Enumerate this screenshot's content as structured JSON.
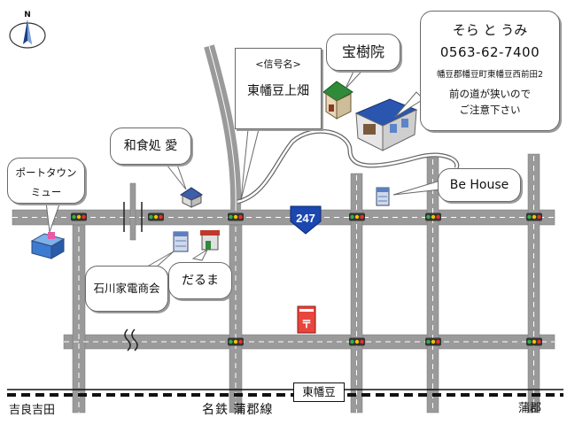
{
  "compass": {
    "label": "N",
    "icon": "compass-icon"
  },
  "shop": {
    "name": "そら と うみ",
    "phone": "0563-62-7400",
    "address": "幡豆郡幡豆町東幡豆西前田2",
    "note_line1": "前の道が狭いので",
    "note_line2": "ご注意下さい"
  },
  "signal_box": {
    "caption": "<信号名>",
    "name": "東幡豆上畑"
  },
  "temple": "宝樹院",
  "washoku": "和食処 愛",
  "port_town": {
    "line1": "ポートタウン",
    "line2": "ミュー"
  },
  "be_house": "Be House",
  "ishikawa": "石川家電商会",
  "daruma": "だるま",
  "route": "247",
  "station": "東幡豆",
  "railway": "名鉄 蒲郡線",
  "west_label": "吉良吉田",
  "east_label": "蒲郡",
  "colors": {
    "road": "#9a9a9a",
    "road_center": "#ffffff",
    "route_shield": "#1c47b0",
    "rail": "#111111"
  }
}
